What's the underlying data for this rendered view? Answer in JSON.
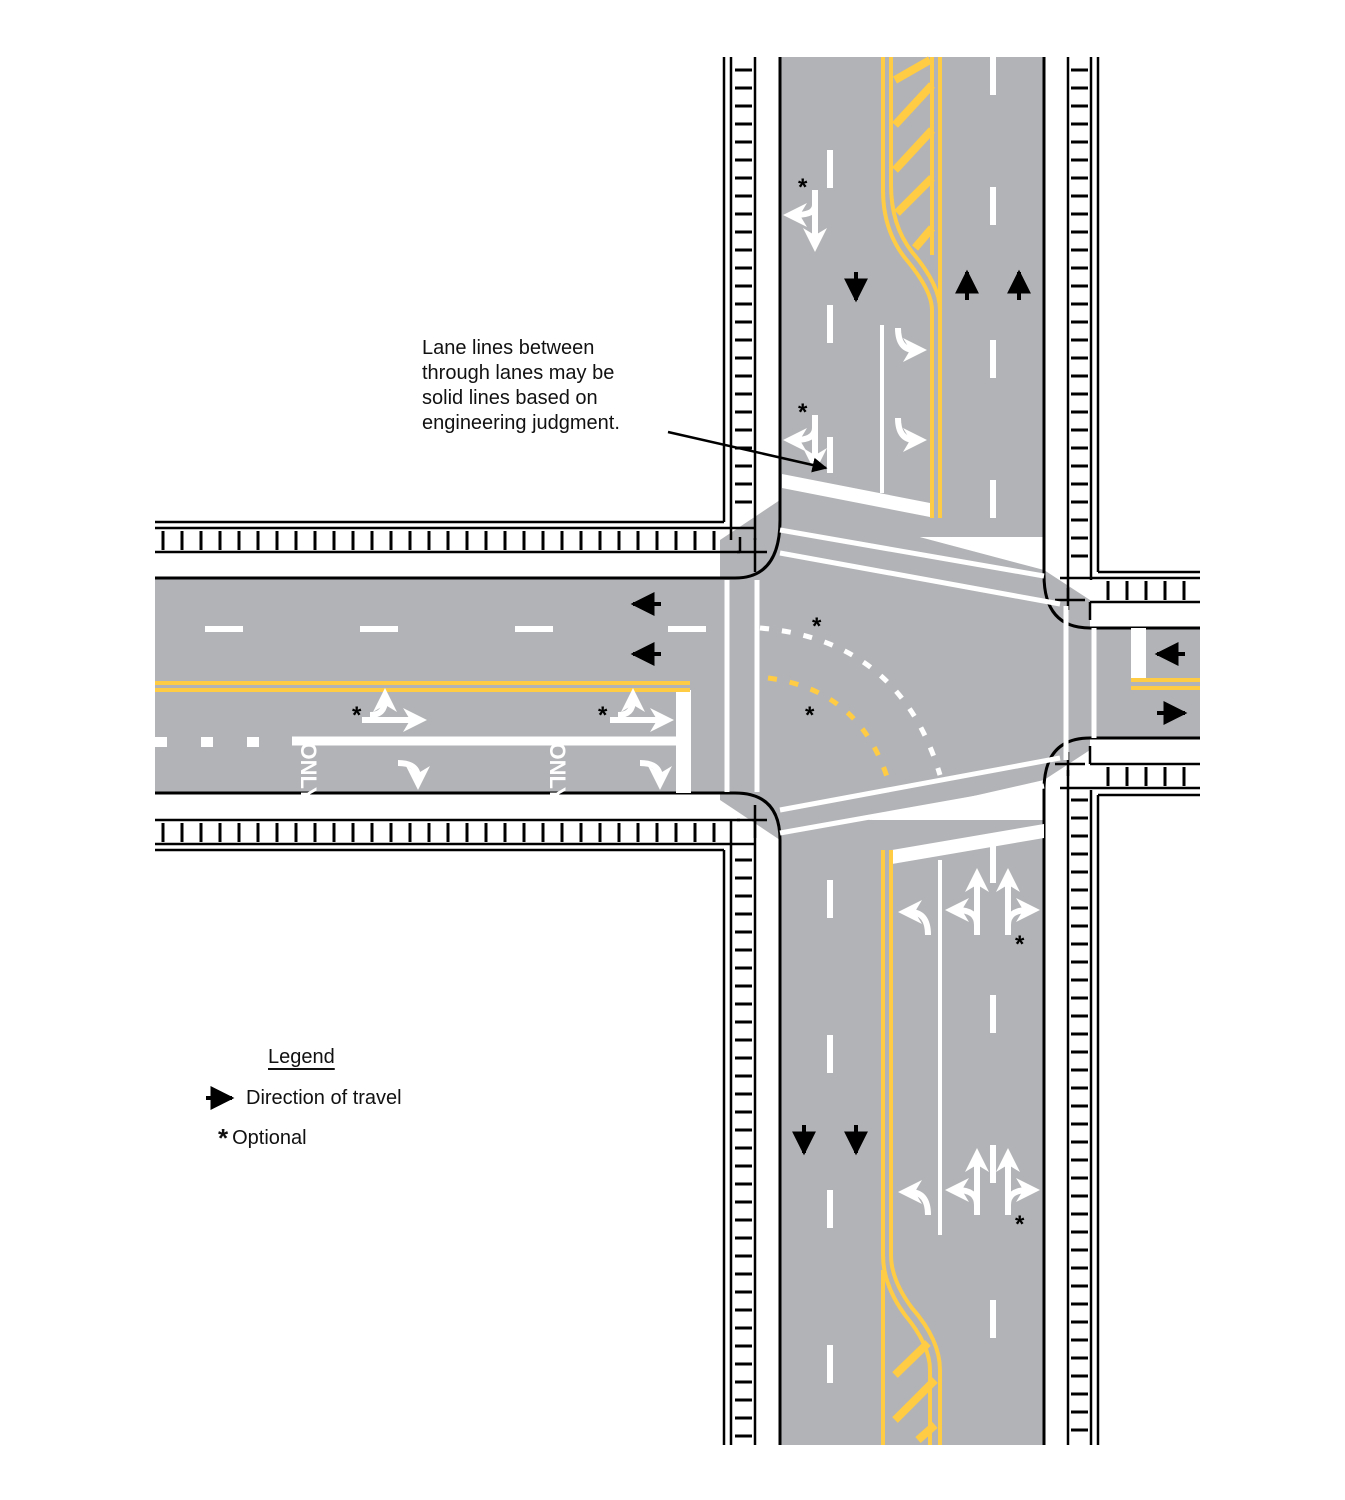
{
  "diagram": {
    "title": "Intersection lane-use pavement markings",
    "colors": {
      "pavement": "#b2b3b6",
      "edge_line": "#000000",
      "white_marking": "#ffffff",
      "yellow_marking": "#ffcc44",
      "sidewalk": "#ffffff"
    },
    "callout": {
      "text": "Lane lines between\nthrough lanes may be\nsolid lines based on\nengineering judgment."
    },
    "pavement_word": "ONLY",
    "optional_mark": "*",
    "legend": {
      "title": "Legend",
      "items": [
        {
          "icon": "direction-arrow-icon",
          "label": "Direction of travel"
        },
        {
          "icon": "asterisk-icon",
          "label": "Optional"
        }
      ]
    },
    "approaches": [
      {
        "name": "north",
        "marking_icons": [
          "left-through-u-turn-arrow",
          "left-turn-arrow",
          "left-turn-arrow"
        ],
        "direction_arrows": [
          "down",
          "up",
          "up"
        ]
      },
      {
        "name": "west",
        "marking_icons": [
          "through-u-turn-right-arrow",
          "right-turn-only-arrow"
        ],
        "direction_arrows": [
          "left",
          "left"
        ]
      },
      {
        "name": "east",
        "direction_arrows": [
          "left",
          "right"
        ]
      },
      {
        "name": "south",
        "marking_icons": [
          "left-turn-arrow",
          "left-through-arrow",
          "through-right-arrow"
        ],
        "direction_arrows": [
          "down",
          "down"
        ]
      }
    ]
  }
}
